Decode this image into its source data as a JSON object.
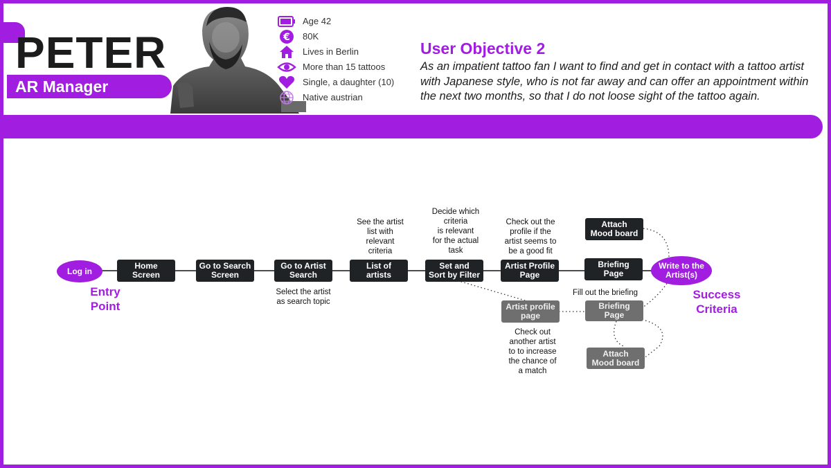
{
  "persona": {
    "name": "PETER",
    "role": "AR Manager",
    "facts": [
      {
        "icon": "battery-icon",
        "label": "Age  42"
      },
      {
        "icon": "euro-icon",
        "label": "80K"
      },
      {
        "icon": "home-icon",
        "label": "Lives in Berlin"
      },
      {
        "icon": "eye-icon",
        "label": "More than 15 tattoos"
      },
      {
        "icon": "heart-icon",
        "label": "Single, a daughter (10)"
      },
      {
        "icon": "globe-icon",
        "label": "Native austrian"
      }
    ]
  },
  "objective": {
    "title": "User Objective 2",
    "text": "As an impatient tattoo fan I want to find and get in contact with a tattoo artist with Japanese style, who is not far away and can offer an appointment within the next two months, so that I do not loose sight of the tattoo again."
  },
  "flow": {
    "login": "Log in",
    "entry_label": "Entry\nPoint",
    "success_label": "Success\nCriteria",
    "write": "Write to the\nArtist(s)",
    "steps": {
      "home": "Home\nScreen",
      "go_search": "Go to Search\nScreen",
      "artist_search": "Go to Artist\nSearch",
      "list": "List of\nartists",
      "filter": "Set and\nSort by Filter",
      "profile": "Artist Profile\nPage",
      "briefing": "Briefing\nPage",
      "attach": "Attach\nMood board",
      "alt_profile": "Artist profile\npage",
      "alt_briefing": "Briefing\nPage",
      "alt_attach": "Attach\nMood board"
    },
    "notes": {
      "select_artist": "Select the artist\nas search topic",
      "see_list": "See the artist\nlist with\nrelevant\ncriteria",
      "decide": "Decide which\ncriteria\nis relevant\nfor the actual\ntask",
      "check_profile": "Check out the\nprofile if the\nartist seems to\nbe a good fit",
      "fill_briefing": "Fill out the briefing",
      "check_another": "Check out\nanother artist\nto to increase\nthe chance of\na match"
    }
  },
  "colors": {
    "accent": "#a11de0",
    "box": "#1f2326",
    "box_alt": "#6f6f6f"
  }
}
